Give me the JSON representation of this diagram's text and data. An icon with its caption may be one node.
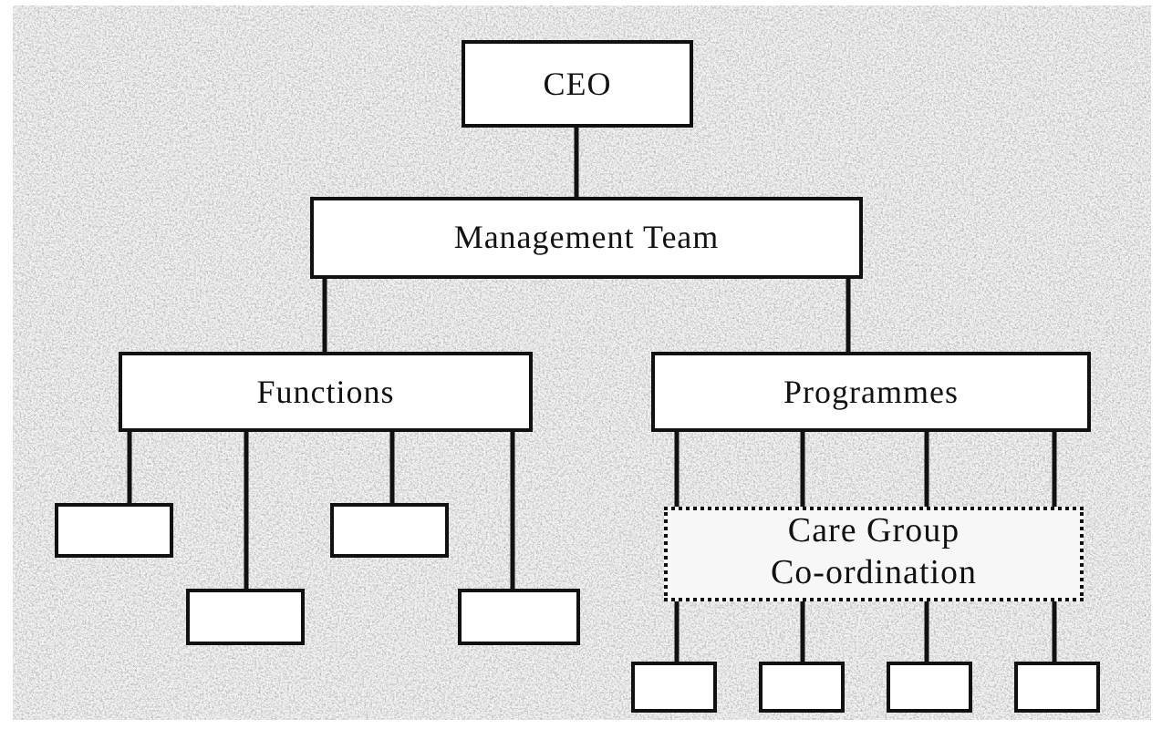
{
  "diagram": {
    "nodes": [
      {
        "text": [
          "CEO"
        ]
      },
      {
        "text": [
          "Management Team"
        ]
      },
      {
        "text": [
          "Functions"
        ]
      },
      {
        "text": [
          "Programmes"
        ]
      },
      {
        "text": [],
        "shape": "box"
      },
      {
        "text": [],
        "shape": "box"
      },
      {
        "text": [],
        "shape": "box"
      },
      {
        "text": [],
        "shape": "box"
      },
      {
        "text": [
          "Care Group Co-ordination"
        ]
      },
      {
        "text": [],
        "shape": "box"
      },
      {
        "text": [],
        "shape": "box"
      },
      {
        "text": [],
        "shape": "box"
      },
      {
        "text": [],
        "shape": "box"
      }
    ],
    "edges": [
      {
        "from": 0,
        "to": 1,
        "arrow": "none"
      },
      {
        "from": 1,
        "to": 2,
        "arrow": "none"
      },
      {
        "from": 1,
        "to": 3,
        "arrow": "none"
      },
      {
        "from": 2,
        "to": 4,
        "arrow": "none"
      },
      {
        "from": 2,
        "to": 5,
        "arrow": "none"
      },
      {
        "from": 2,
        "to": 6,
        "arrow": "none"
      },
      {
        "from": 2,
        "to": 7,
        "arrow": "none"
      },
      {
        "from": 3,
        "to": 8,
        "arrow": "none"
      },
      {
        "from": 3,
        "to": 8,
        "arrow": "none"
      },
      {
        "from": 3,
        "to": 8,
        "arrow": "none"
      },
      {
        "from": 3,
        "to": 8,
        "arrow": "none"
      },
      {
        "from": 8,
        "to": 9,
        "arrow": "none"
      },
      {
        "from": 8,
        "to": 10,
        "arrow": "none"
      },
      {
        "from": 8,
        "to": 11,
        "arrow": "none"
      },
      {
        "from": 8,
        "to": 12,
        "arrow": "none"
      }
    ]
  }
}
